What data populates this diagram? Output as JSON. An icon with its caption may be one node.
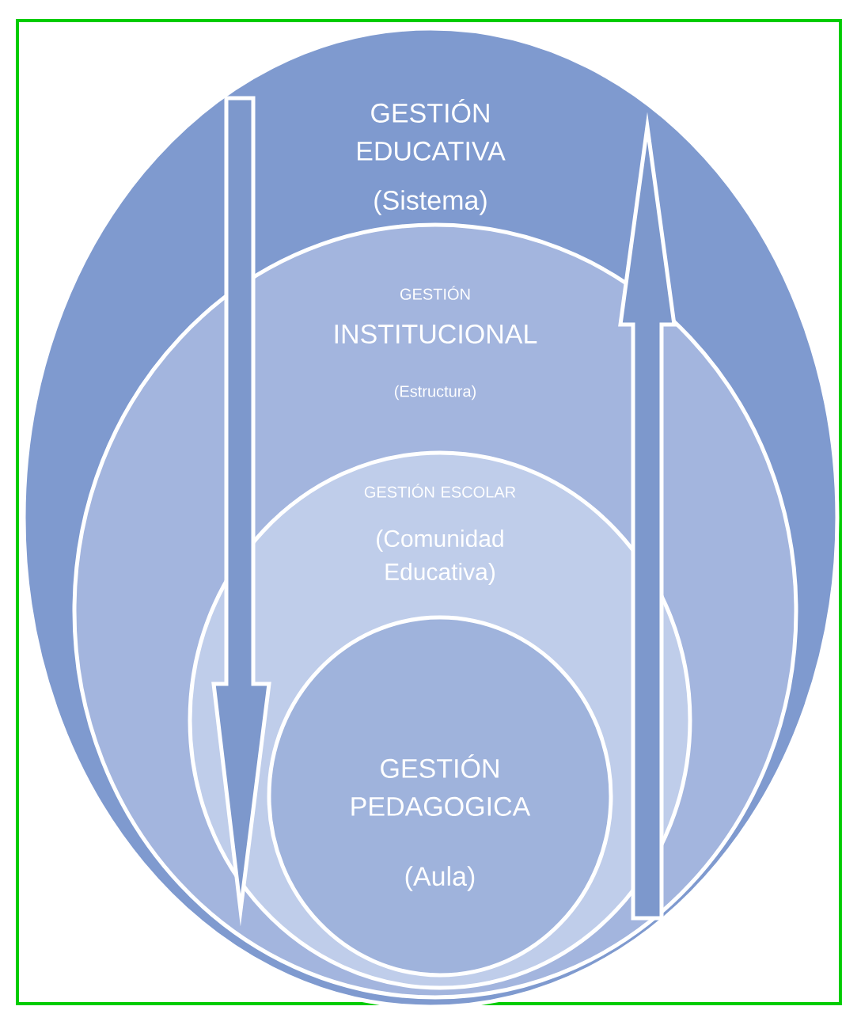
{
  "diagram": {
    "nodes": [
      {
        "text": [
          "GESTIÓN EDUCATIVA",
          "(Sistema)"
        ]
      },
      {
        "text": [
          "GESTIÓN",
          "INSTITUCIONAL",
          "(Estructura)"
        ],
        "in": 0
      },
      {
        "text": [
          "GESTIÓN ESCOLAR",
          "(Comunidad Educativa)"
        ],
        "in": 1
      },
      {
        "text": [
          "GESTIÓN PEDAGOGICA",
          "(Aula)"
        ],
        "in": 2
      }
    ]
  }
}
